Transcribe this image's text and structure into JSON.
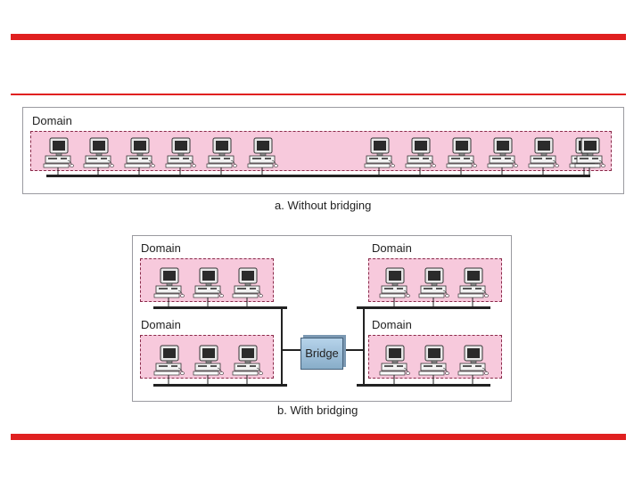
{
  "decor": {
    "accent": "#e02020",
    "domain_fill": "#f7c9dc",
    "bridge_fill": "#9fc2de"
  },
  "diagram_a": {
    "domain_label": "Domain",
    "caption": "a. Without bridging",
    "computer_count": 13,
    "computer_icon": "desktop-computer-icon"
  },
  "diagram_b": {
    "domains": [
      {
        "label": "Domain"
      },
      {
        "label": "Domain"
      },
      {
        "label": "Domain"
      },
      {
        "label": "Domain"
      }
    ],
    "computers_per_domain": 3,
    "bridge_label": "Bridge",
    "caption": "b. With bridging"
  }
}
